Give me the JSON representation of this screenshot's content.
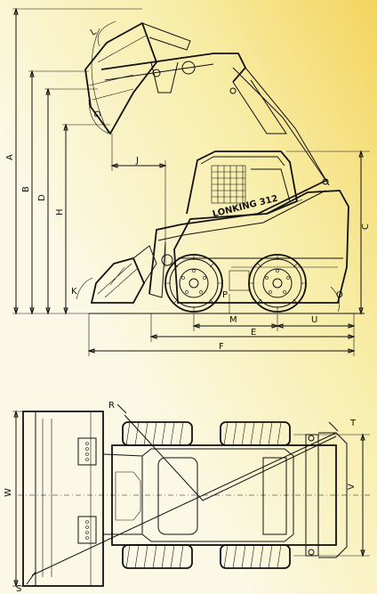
{
  "side_view": {
    "dimension_labels": [
      "A",
      "B",
      "D",
      "H",
      "G",
      "L",
      "J",
      "K",
      "C",
      "P",
      "M",
      "E",
      "F",
      "U",
      "O"
    ],
    "brand_text": "LONKING 312"
  },
  "top_view": {
    "dimension_labels": [
      "R",
      "T",
      "W",
      "V",
      "S"
    ]
  },
  "colors": {
    "background_top": "#f6e27a",
    "background_bottom": "#fbf9e6",
    "line": "#111111"
  }
}
